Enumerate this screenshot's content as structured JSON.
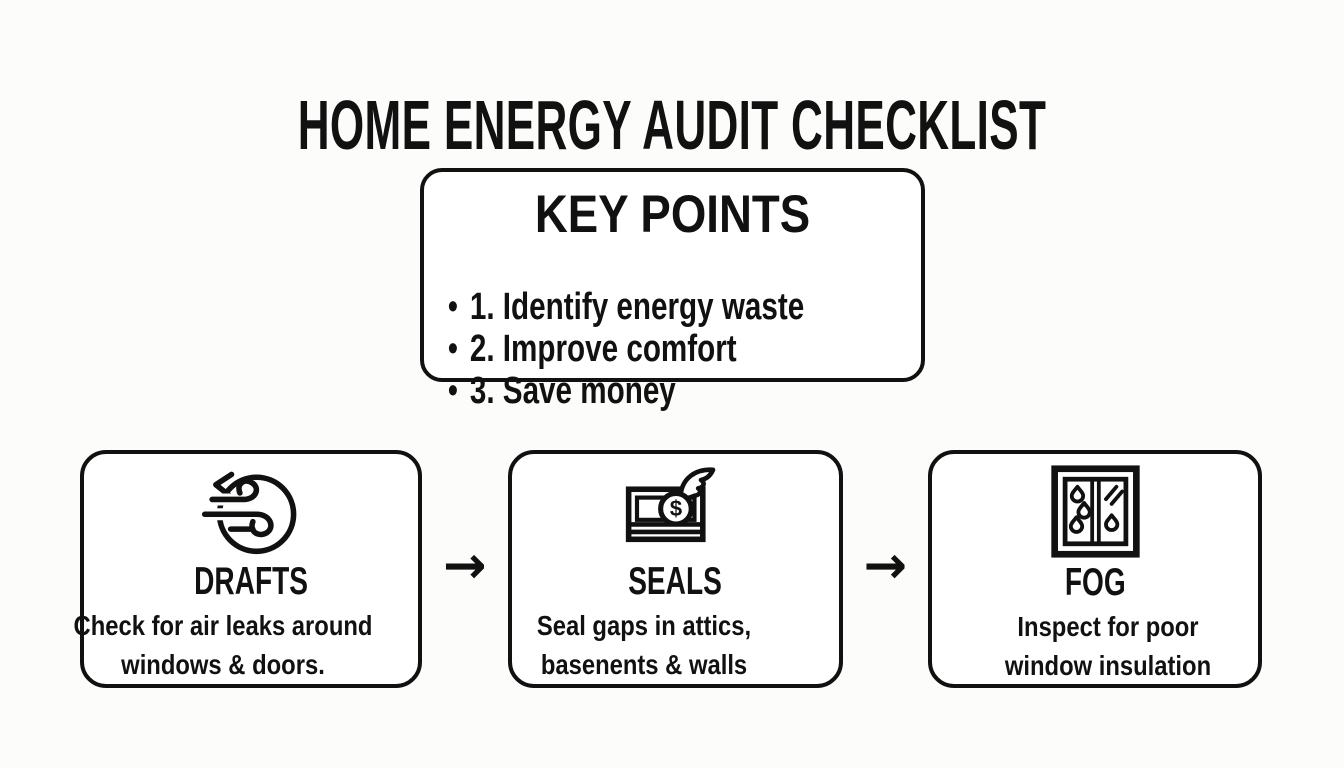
{
  "page": {
    "title": "HOME ENERGY AUDIT CHECKLIST"
  },
  "colors": {
    "ink": "#111111",
    "background": "#fcfcfa",
    "box_background": "#ffffff"
  },
  "key_points": {
    "title": "KEY POINTS",
    "items": [
      "1. Identify energy waste",
      "2. Improve comfort",
      "3. Save money"
    ]
  },
  "flow": {
    "arrow_glyph": "→",
    "steps": [
      {
        "icon": "wind-draft-icon",
        "title": "DRAFTS",
        "description": "Check for air leaks around windows & doors."
      },
      {
        "icon": "money-with-wings-icon",
        "title": "SEALS",
        "description": "Seal gaps in attics, basenents & walls"
      },
      {
        "icon": "foggy-window-icon",
        "title": "FOG",
        "description": "Inspect for poor window insulation"
      }
    ]
  }
}
